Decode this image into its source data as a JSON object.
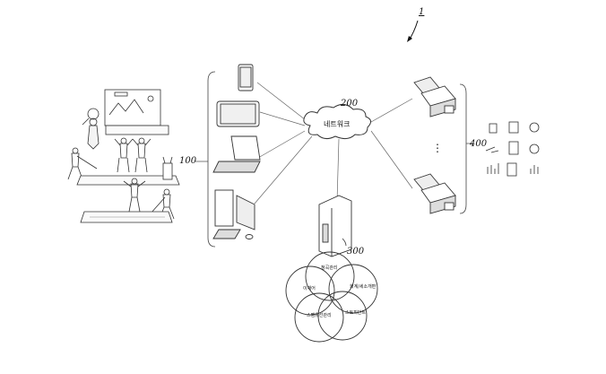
{
  "figure_number": "1",
  "labels": {
    "terminals": "100",
    "network": "200",
    "server": "300",
    "pos": "400"
  },
  "network_text": "네트워크",
  "service_circles": [
    "청곡관리",
    "회계/세소개편",
    "스토피안트",
    "스팸유선관리",
    "이재어"
  ],
  "ellipsis": "⋮"
}
